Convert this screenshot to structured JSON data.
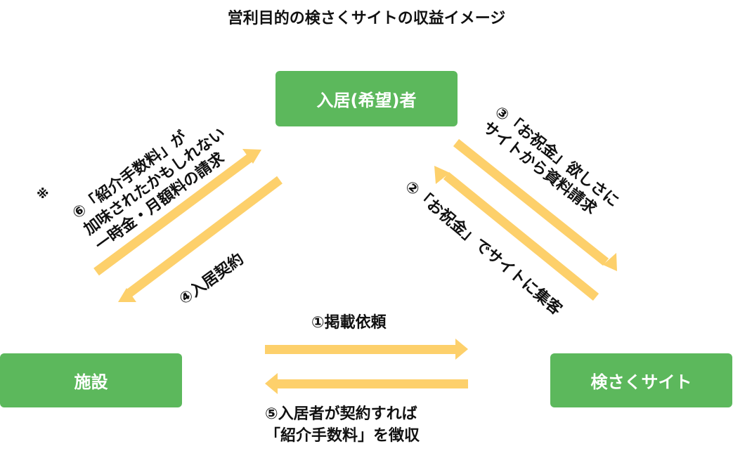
{
  "title": "営利目的の検さくサイトの収益イメージ",
  "nodes": {
    "resident": "入居(希望)者",
    "facility": "施設",
    "site": "検さくサイト"
  },
  "labels": {
    "step1": "①掲載依頼",
    "step2": "②「お祝金」でサイトに集客",
    "step3_line1": "③「お祝金」欲しさに",
    "step3_line2": "サイトから資料請求",
    "step4": "④入居契約",
    "step5_line1": "⑤入居者が契約すれば",
    "step5_line2": "「紹介手数料」を徴収",
    "step6_mark": "※",
    "step6_line1": "⑥「紹介手数料」が",
    "step6_line2": "加味されたかもしれない",
    "step6_line3": "一時金・月額料の請求"
  },
  "colors": {
    "node_fill": "#5cb85c",
    "arrow": "#fdd06b"
  }
}
